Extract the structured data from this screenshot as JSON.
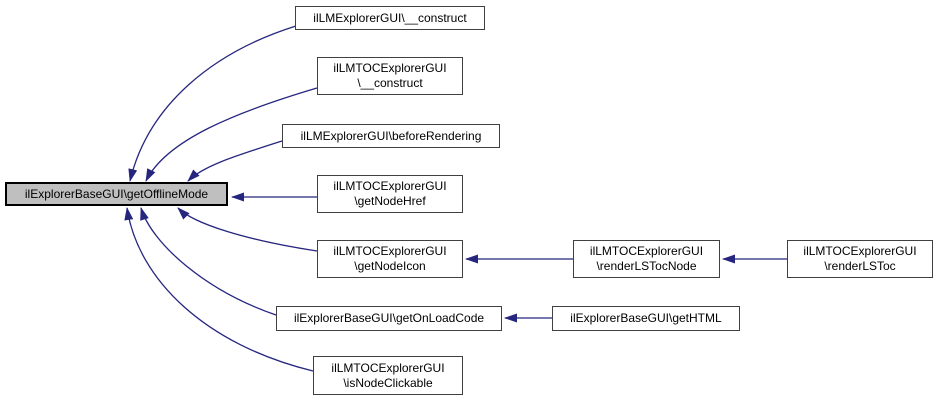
{
  "colors": {
    "edge": "#26267f",
    "node-border": "#404040",
    "node-fill": "#ffffff",
    "main-fill": "#bfbfbf",
    "main-border": "#000000",
    "text": "#000000",
    "background": "#ffffff"
  },
  "nodes": {
    "getOfflineMode": {
      "line1": "ilExplorerBaseGUI\\getOfflineMode"
    },
    "lmConstruct": {
      "line1": "ilLMExplorerGUI\\__construct"
    },
    "lmtocConstruct": {
      "line1": "ilLMTOCExplorerGUI",
      "line2": "\\__construct"
    },
    "beforeRendering": {
      "line1": "ilLMExplorerGUI\\beforeRendering"
    },
    "getNodeHref": {
      "line1": "ilLMTOCExplorerGUI",
      "line2": "\\getNodeHref"
    },
    "getNodeIcon": {
      "line1": "ilLMTOCExplorerGUI",
      "line2": "\\getNodeIcon"
    },
    "getOnLoadCode": {
      "line1": "ilExplorerBaseGUI\\getOnLoadCode"
    },
    "isNodeClickable": {
      "line1": "ilLMTOCExplorerGUI",
      "line2": "\\isNodeClickable"
    },
    "renderLSTocNode": {
      "line1": "ilLMTOCExplorerGUI",
      "line2": "\\renderLSTocNode"
    },
    "renderLSToc": {
      "line1": "ilLMTOCExplorerGUI",
      "line2": "\\renderLSToc"
    },
    "getHTML": {
      "line1": "ilExplorerBaseGUI\\getHTML"
    }
  },
  "edges": [
    {
      "from": "ilLMExplorerGUI\\__construct",
      "to": "ilExplorerBaseGUI\\getOfflineMode"
    },
    {
      "from": "ilLMTOCExplorerGUI\\__construct",
      "to": "ilExplorerBaseGUI\\getOfflineMode"
    },
    {
      "from": "ilLMExplorerGUI\\beforeRendering",
      "to": "ilExplorerBaseGUI\\getOfflineMode"
    },
    {
      "from": "ilLMTOCExplorerGUI\\getNodeHref",
      "to": "ilExplorerBaseGUI\\getOfflineMode"
    },
    {
      "from": "ilLMTOCExplorerGUI\\getNodeIcon",
      "to": "ilExplorerBaseGUI\\getOfflineMode"
    },
    {
      "from": "ilExplorerBaseGUI\\getOnLoadCode",
      "to": "ilExplorerBaseGUI\\getOfflineMode"
    },
    {
      "from": "ilLMTOCExplorerGUI\\isNodeClickable",
      "to": "ilExplorerBaseGUI\\getOfflineMode"
    },
    {
      "from": "ilLMTOCExplorerGUI\\renderLSTocNode",
      "to": "ilLMTOCExplorerGUI\\getNodeIcon"
    },
    {
      "from": "ilLMTOCExplorerGUI\\renderLSToc",
      "to": "ilLMTOCExplorerGUI\\renderLSTocNode"
    },
    {
      "from": "ilExplorerBaseGUI\\getHTML",
      "to": "ilExplorerBaseGUI\\getOnLoadCode"
    }
  ]
}
